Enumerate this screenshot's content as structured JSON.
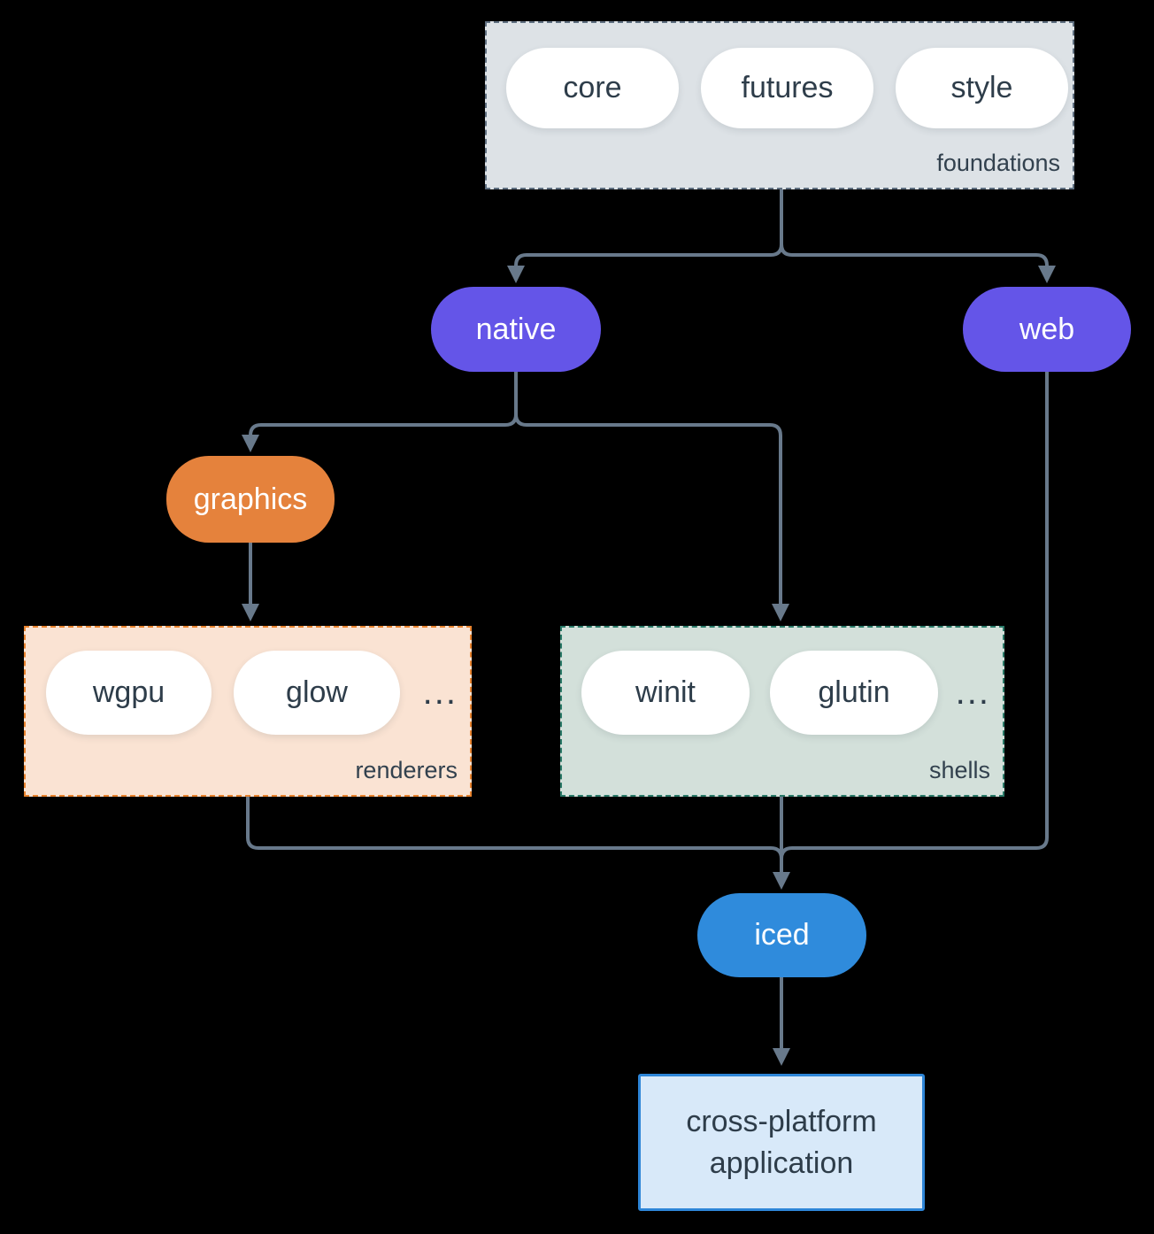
{
  "diagram": {
    "background": "#000000",
    "connector_color": "#68798b",
    "text_color": "#2e3d4a",
    "foundations": {
      "label": "foundations",
      "fill": "#dde2e6",
      "border_color": "#5f6f80",
      "pills": [
        "core",
        "futures",
        "style"
      ]
    },
    "native": {
      "label": "native",
      "fill": "#6455e8",
      "text_color": "#ffffff"
    },
    "web": {
      "label": "web",
      "fill": "#6455e8",
      "text_color": "#ffffff"
    },
    "graphics": {
      "label": "graphics",
      "fill": "#e5823c",
      "text_color": "#ffffff"
    },
    "renderers": {
      "label": "renderers",
      "fill": "#fae3d3",
      "border_color": "#e8832e",
      "pills": [
        "wgpu",
        "glow"
      ],
      "ellipsis": "..."
    },
    "shells": {
      "label": "shells",
      "fill": "#d3e0da",
      "border_color": "#2a7a68",
      "pills": [
        "winit",
        "glutin"
      ],
      "ellipsis": "..."
    },
    "iced": {
      "label": "iced",
      "fill": "#2f8bdc",
      "text_color": "#ffffff"
    },
    "application": {
      "label_line1": "cross-platform",
      "label_line2": "application",
      "fill": "#d8e9f9",
      "border_color": "#2e86d8"
    }
  }
}
